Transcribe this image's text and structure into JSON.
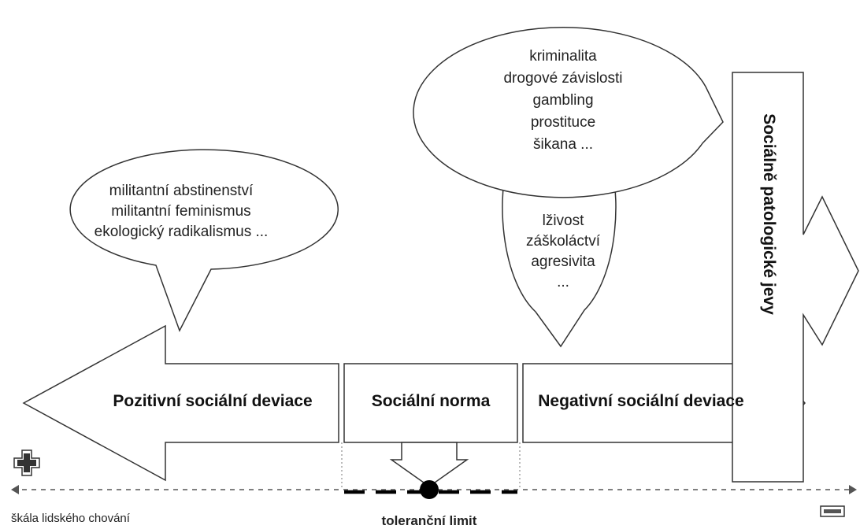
{
  "bubbles": {
    "positive": [
      "militantní abstinenství",
      "militantní feminismus",
      "ekologický radikalismus ..."
    ],
    "negative": [
      "lživost",
      "záškoláctví",
      "agresivita",
      "..."
    ],
    "pathology": [
      "kriminalita",
      "drogové závislosti",
      "gambling",
      "prostituce",
      "šikana ..."
    ]
  },
  "arrows": {
    "positive": "Pozitivní sociální deviace",
    "norm": "Sociální norma",
    "negative": "Negativní sociální deviace",
    "pathology": "Sociálně patologické jevy"
  },
  "axis": {
    "scale_label": "škála lidského chování",
    "tolerance_label": "toleranční limit"
  },
  "icons": {
    "plus": "plus-icon",
    "minus": "minus-icon"
  }
}
